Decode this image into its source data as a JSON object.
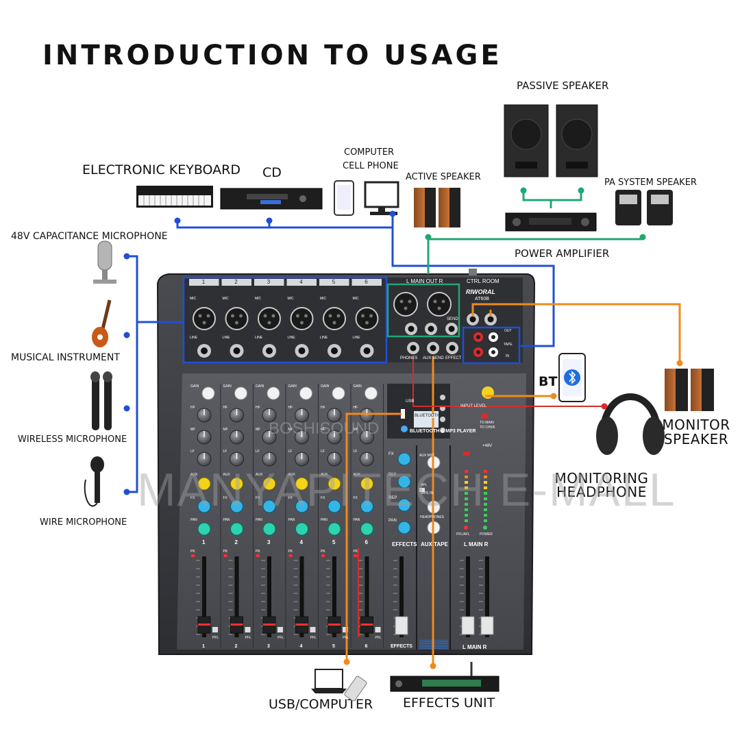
{
  "title": "INTRODUCTION TO USAGE",
  "labels": {
    "passive_speaker": "PASSIVE SPEAKER",
    "pa_system_speaker": "PA SYSTEM SPEAKER",
    "computer": "COMPUTER",
    "cell_phone": "CELL PHONE",
    "active_speaker": "ACTIVE SPEAKER",
    "electronic_keyboard": "ELECTRONIC KEYBOARD",
    "cd": "CD",
    "power_amplifier": "POWER AMPLIFIER",
    "capacitance_mic": "48V CAPACITANCE MICROPHONE",
    "musical_instrument": "MUSICAL INSTRUMENT",
    "wireless_mic": "WIRELESS MICROPHONE",
    "wire_mic": "WIRE MICROPHONE",
    "bt": "BT",
    "monitor_speaker_1": "MONITOR",
    "monitor_speaker_2": "SPEAKER",
    "monitoring_headphone_1": "MONITORING",
    "monitoring_headphone_2": "HEADPHONE",
    "usb_computer": "USB/COMPUTER",
    "effects_unit": "EFFECTS UNIT"
  },
  "mixer": {
    "brand": "RIWORAL",
    "model": "AT60B",
    "channels": [
      "1",
      "2",
      "3",
      "4",
      "5",
      "6"
    ],
    "input_mic": "MIC",
    "input_line": "LINE",
    "main_out": "L  MAIN OUT  R",
    "ctrl_room": "CTRL ROOM",
    "send": "SEND",
    "phones": "PHONES",
    "aux_send": "AUX SEND",
    "effect": "EFFECT",
    "out": "OUT",
    "tape": "TAPE",
    "in": "IN",
    "gain": "GAIN",
    "hf": "HF",
    "mf": "MF",
    "lf": "LF",
    "aux": "AUX",
    "fx": "FX",
    "pan": "PAN",
    "pk": "PK",
    "pfl": "PFL",
    "usb": "USB",
    "player_display": "BLUETOOTH",
    "player": "BLUETOOTH & MP3 PLAYER",
    "dly": "DLY",
    "rep": "REP",
    "effects": "EFFECTS",
    "aux_mst": "AUX MST",
    "afl": "AFL",
    "tape_to_mix": "TAPE IN",
    "headphones": "HEADPHONES",
    "aux_tape": "AUX  TAPE",
    "plus48v": "+48V",
    "pfl_afl": "PFL/AFL",
    "power": "POWER",
    "main_lr": "L  MAIN  R",
    "to_main": "TO MAIN",
    "to_ch": "TO CH5/6",
    "input_level": "INPUT LEVEL",
    "fader_effects": "EFFECTS",
    "fader_main": "L  MAIN  R"
  },
  "watermark": "MANYAPITECH E-MALL",
  "watermark_small": "BOSHISOUND",
  "colors": {
    "blue_line": "#1f4fd6",
    "green_line": "#22a672",
    "orange_line": "#f08a1c",
    "red_line": "#d92b2b",
    "mixer_body": "#3a3b3f",
    "knob_yellow": "#f3d21b",
    "knob_blue": "#33b5e8",
    "knob_teal": "#2bd3b0"
  }
}
